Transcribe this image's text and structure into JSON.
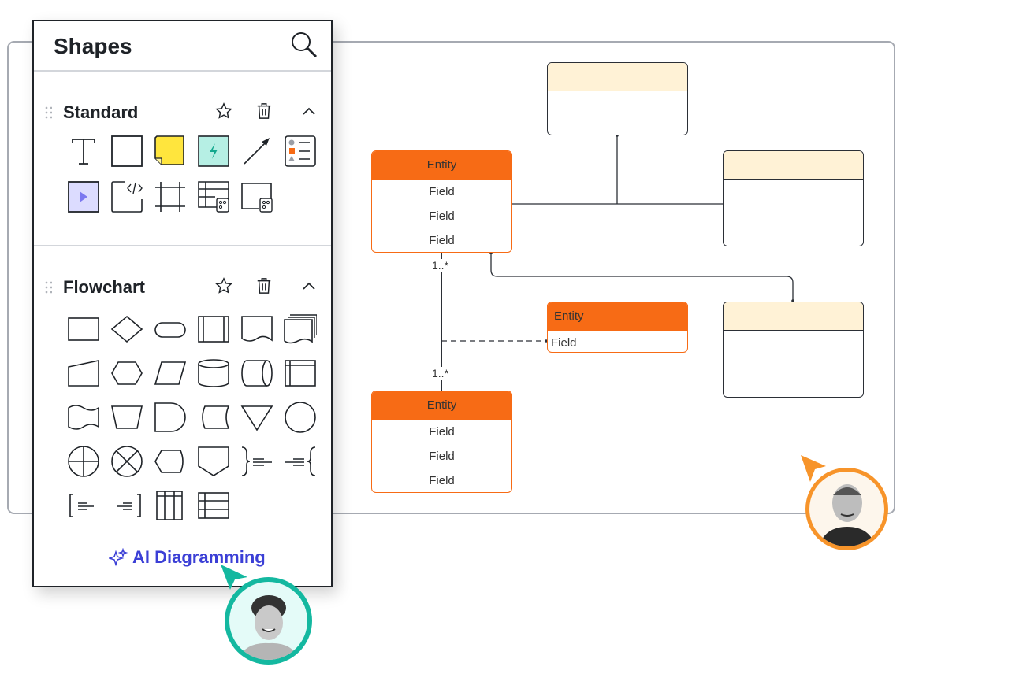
{
  "panel": {
    "title": "Shapes",
    "sections": [
      {
        "name": "Standard"
      },
      {
        "name": "Flowchart"
      }
    ],
    "ai_label": "AI Diagramming"
  },
  "diagram": {
    "entity_a": {
      "title": "Entity",
      "fields": [
        "Field",
        "Field",
        "Field"
      ]
    },
    "entity_b": {
      "title": "Entity",
      "fields": [
        "Field",
        "Field",
        "Field"
      ]
    },
    "entity_c": {
      "title": "Entity",
      "fields": [
        "Field"
      ]
    },
    "multiplicity_top": "1..*",
    "multiplicity_bottom": "1..*"
  },
  "colors": {
    "entity": "#f76b15",
    "blank_header": "#fff2d6",
    "ai": "#3b3fd6",
    "cursor_teal": "#14b8a0",
    "cursor_orange": "#f7942a"
  }
}
